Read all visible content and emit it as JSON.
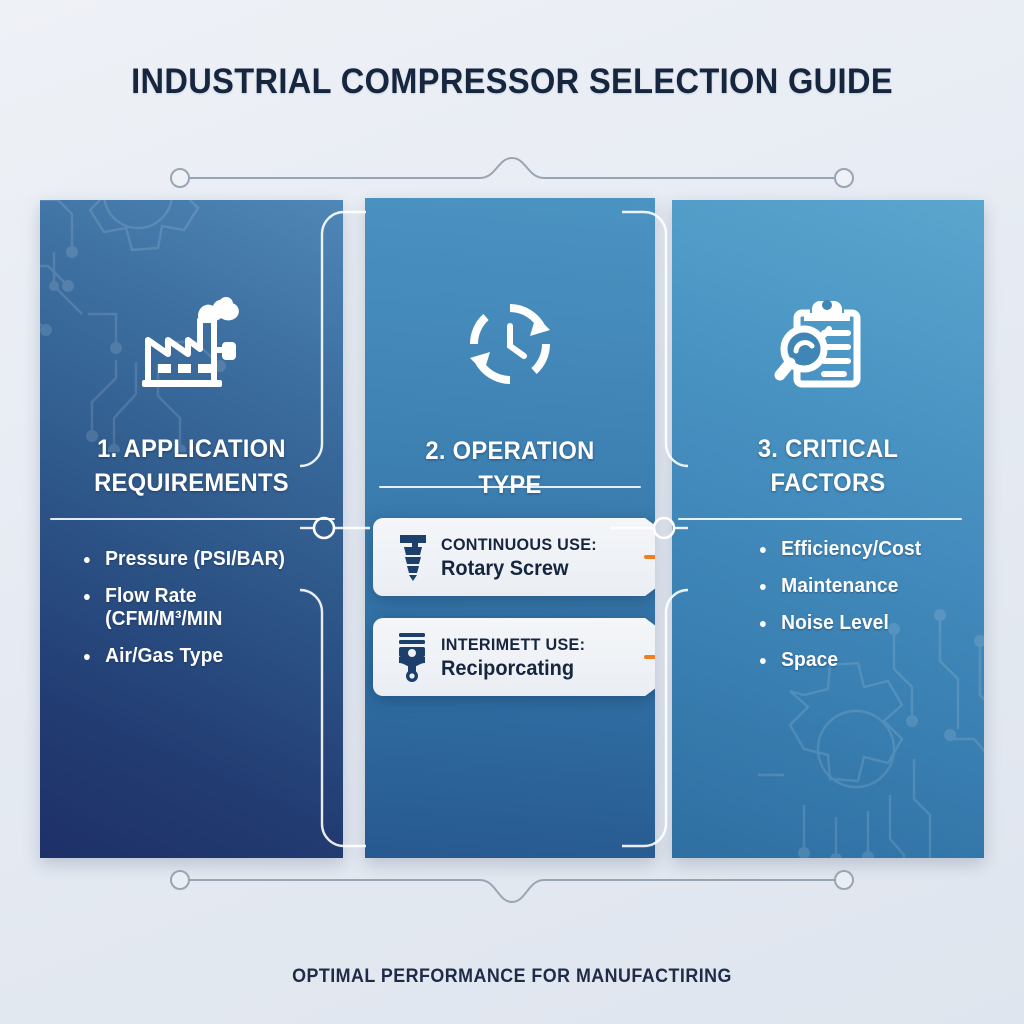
{
  "header": {
    "title": "INDUSTRIAL COMPRESSOR SELECTION GUIDE"
  },
  "footer": {
    "text": "OPTIMAL PERFORMANCE FOR MANUFACTIRING"
  },
  "colors": {
    "page_background": "#e9edf4",
    "title_text": "#17263f",
    "panel1_dark": "#1e3068",
    "panel1_light": "#4f87b6",
    "panel2_light": "#4b93c2",
    "panel2_dark": "#27598f",
    "panel3_light": "#5aa6ce",
    "panel3_dark": "#2f6fa2",
    "card_background": "#f0f3f7",
    "card_text": "#17263f",
    "accent_arrow": "#ef8022",
    "rail_line": "#9aa5b4"
  },
  "panels": [
    {
      "id": "application-requirements",
      "icon": "factory-icon",
      "heading": "1. APPLICATION\nREQUIREMENTS",
      "heading_line_1": "1. APPLICATION",
      "heading_line_2": "REQUIREMENTS",
      "bullets": [
        "Pressure (PSI/BAR)",
        "Flow Rate (CFM/M³/MIN",
        "Air/Gas Type"
      ]
    },
    {
      "id": "operation-type",
      "icon": "clock-cycle-icon",
      "heading": "2. OPERATION TYPE",
      "heading_line_1": "2. OPERATION TYPE",
      "cards": [
        {
          "icon": "screw-icon",
          "kicker": "CONTINUOUS USE:",
          "value": "Rotary Screw",
          "arrow": "arrow-right-icon"
        },
        {
          "icon": "piston-icon",
          "kicker": "INTERIMETT USE:",
          "value": "Reciporcating",
          "arrow": "arrow-right-icon"
        }
      ]
    },
    {
      "id": "critical-factors",
      "icon": "clipboard-search-icon",
      "heading": "3. CRITICAL\nFACTORS",
      "heading_line_1": "3. CRITICAL",
      "heading_line_2": "FACTORS",
      "bullets": [
        "Efficiency/Cost",
        "Maintenance",
        "Noise Level",
        "Space"
      ]
    }
  ]
}
